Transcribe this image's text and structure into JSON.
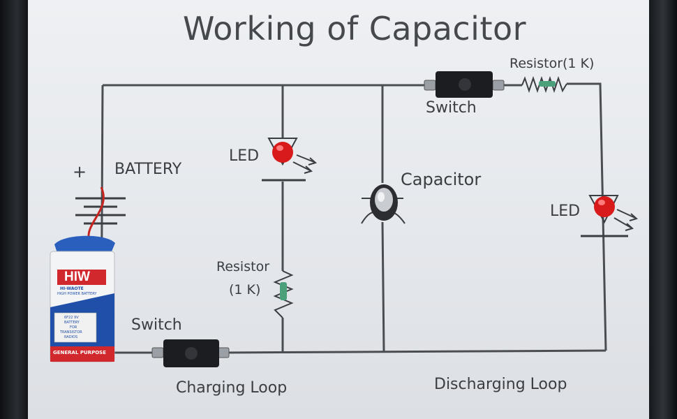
{
  "title": "Working of Capacitor",
  "labels": {
    "battery": "BATTERY",
    "plus": "+",
    "led_left": "LED",
    "led_right": "LED",
    "capacitor": "Capacitor",
    "switch_top": "Switch",
    "switch_bottom": "Switch",
    "resistor_top": "Resistor(1 K)",
    "resistor_mid_line1": "Resistor",
    "resistor_mid_line2": "(1 K)",
    "charging_loop": "Charging Loop",
    "discharging_loop": "Discharging Loop"
  },
  "battery_label": {
    "brand": "HIW",
    "subtitle": "HI-WAOTE",
    "power": "HIGH POWER BATTERY",
    "model_lines": [
      "6F22 9V",
      "BATTERY",
      "FOR",
      "TRANSISTOR",
      "RADIOS"
    ],
    "purpose": "GENERAL PURPOSE"
  },
  "colors": {
    "wire": "#4a4d52",
    "led_red": "#d81a1a",
    "battery_blue": "#1f4fa8",
    "battery_red": "#d0282c"
  }
}
